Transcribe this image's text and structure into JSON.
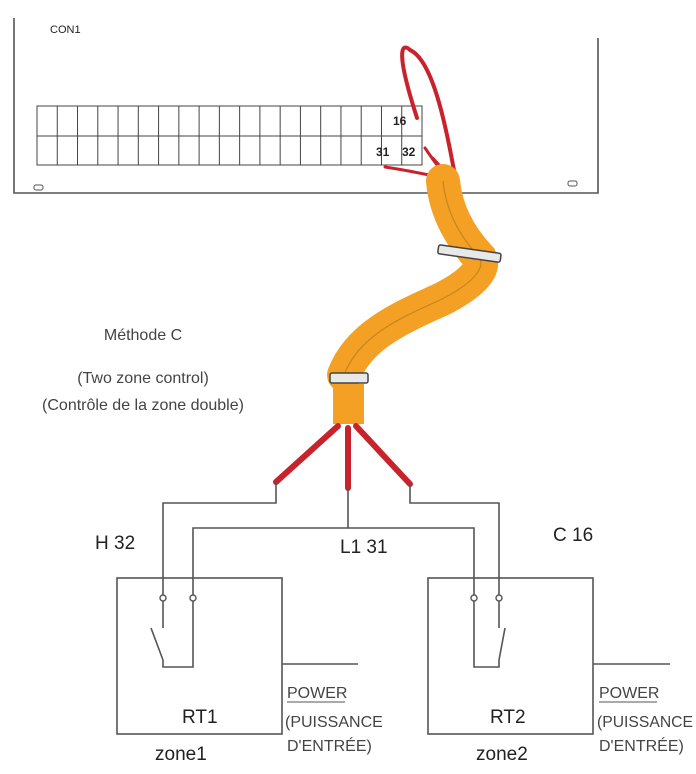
{
  "connector": {
    "label": "CON1",
    "terminals": {
      "t16": "16",
      "t31": "31",
      "t32": "32"
    }
  },
  "method": {
    "title": "Méthode C",
    "line1": "(Two zone control)",
    "line2": "(Contrôle de la zone double)"
  },
  "wires": {
    "h": "H 32",
    "l1": "L1 31",
    "c": "C 16"
  },
  "thermostats": [
    {
      "name": "RT1",
      "zone": "zone1",
      "power_l1": "POWER",
      "power_l2": "(PUISSANCE",
      "power_l3": "D'ENTRÉE)"
    },
    {
      "name": "RT2",
      "zone": "zone2",
      "power_l1": "POWER",
      "power_l2": "(PUISSANCE",
      "power_l3": "D'ENTRÉE)"
    }
  ],
  "colors": {
    "wire_red": "#c8232c",
    "conduit": "#f3a024",
    "line": "#555555"
  }
}
